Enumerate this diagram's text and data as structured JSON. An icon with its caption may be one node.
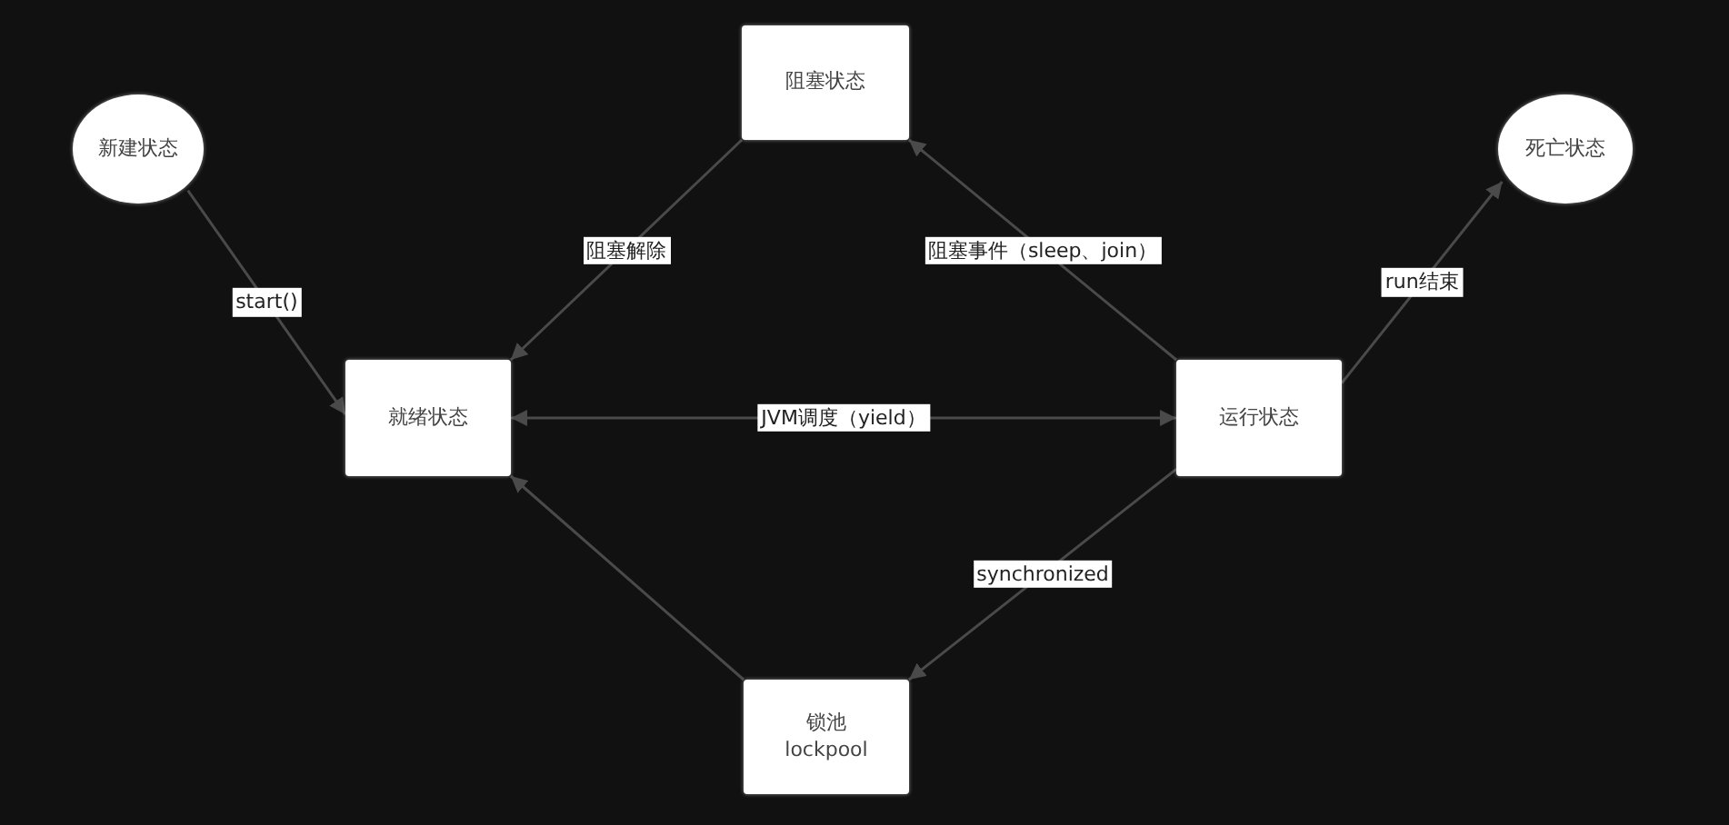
{
  "diagram": {
    "nodes": [
      {
        "text": [
          "新建状态"
        ]
      },
      {
        "text": [
          "阻塞状态"
        ]
      },
      {
        "text": [
          "死亡状态"
        ]
      },
      {
        "text": [
          "就绪状态"
        ]
      },
      {
        "text": [
          "运行状态"
        ]
      },
      {
        "text": [
          "锁池",
          "lockpool"
        ]
      }
    ],
    "edges": [
      {
        "from": 0,
        "to": 3,
        "arrow": "to",
        "label": "start()"
      },
      {
        "from": 1,
        "to": 3,
        "arrow": "to",
        "label": "阻塞解除"
      },
      {
        "from": 4,
        "to": 1,
        "arrow": "to",
        "label": "阻塞事件（sleep、join）"
      },
      {
        "from": 4,
        "to": 2,
        "arrow": "to",
        "label": "run结束"
      },
      {
        "from": 3,
        "to": 4,
        "arrow": "both",
        "label": "JVM调度（yield）"
      },
      {
        "from": 4,
        "to": 5,
        "arrow": "to",
        "label": "synchronized"
      },
      {
        "from": 5,
        "to": 3,
        "arrow": "to"
      }
    ]
  }
}
